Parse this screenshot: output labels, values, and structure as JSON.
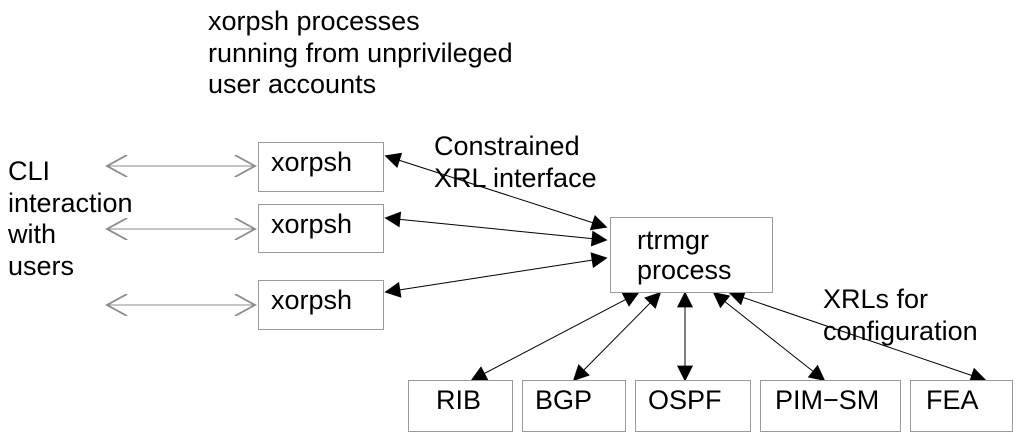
{
  "texts": {
    "processes_note": [
      "xorpsh processes",
      "running from unprivileged",
      "user accounts"
    ],
    "cli_note": [
      "CLI",
      "interaction",
      "with",
      "users"
    ],
    "constrained_note": [
      "Constrained",
      "XRL interface"
    ],
    "xrls_note": [
      "XRLs for",
      "configuration"
    ]
  },
  "boxes": {
    "xorpsh_1": "xorpsh",
    "xorpsh_2": "xorpsh",
    "xorpsh_3": "xorpsh",
    "rtrmgr": [
      "rtrmgr",
      "process"
    ],
    "rib": "RIB",
    "bgp": "BGP",
    "ospf": "OSPF",
    "pimsm": "PIM−SM",
    "fea": "FEA"
  },
  "colors": {
    "box_border": "#9a9a9a",
    "arrow": "#000000",
    "user_arrow": "#8c8c8c"
  }
}
